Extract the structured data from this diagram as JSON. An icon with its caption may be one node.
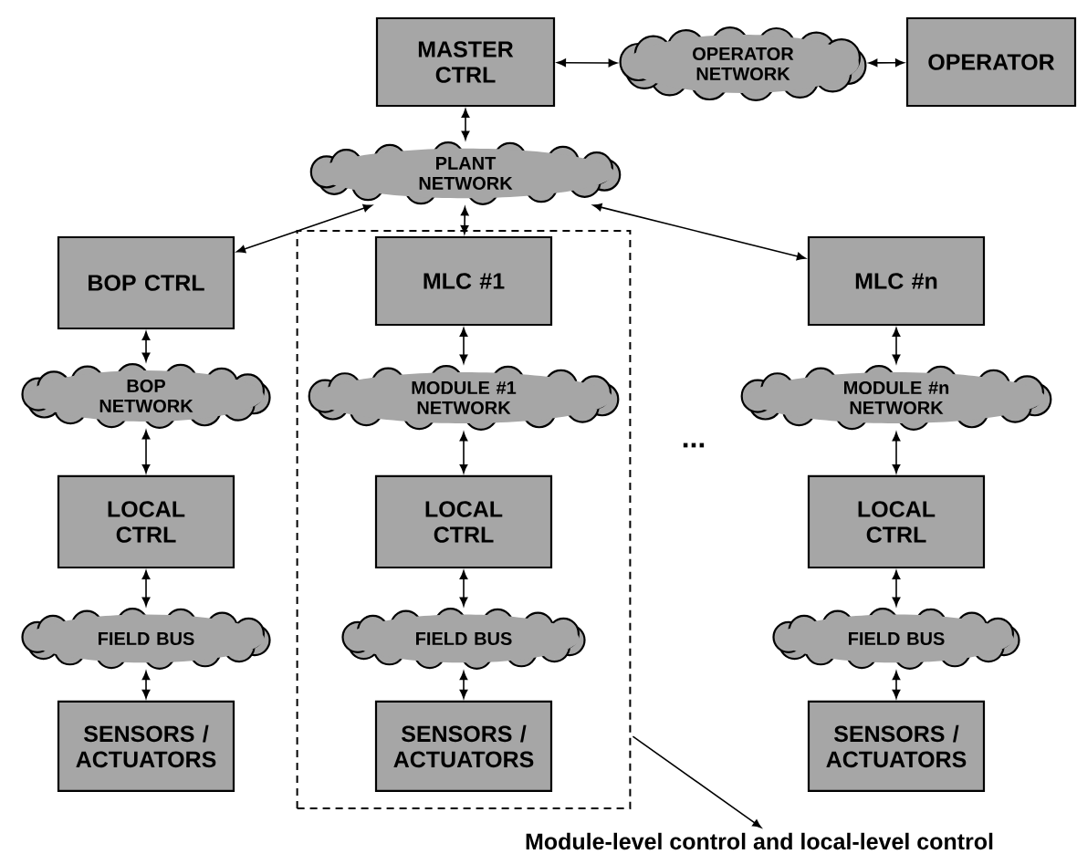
{
  "diagram": {
    "nodes": [
      {
        "text": [
          "MASTER CTRL"
        ]
      },
      {
        "text": [
          "OPERATOR NETWORK"
        ]
      },
      {
        "text": [
          "OPERATOR"
        ]
      },
      {
        "text": [
          "PLANT NETWORK"
        ]
      },
      {
        "text": [],
        "shape": "box"
      },
      {
        "text": [
          "BOP CTRL"
        ]
      },
      {
        "text": [
          "MLC #1"
        ],
        "in": 4
      },
      {
        "text": [
          "MLC #n"
        ]
      },
      {
        "text": [
          "BOP NETWORK"
        ]
      },
      {
        "text": [
          "MODULE #1 NETWORK"
        ],
        "in": 4
      },
      {
        "text": [
          "MODULE #n NETWORK"
        ]
      },
      {
        "text": [
          "LOCAL CTRL"
        ]
      },
      {
        "text": [
          "LOCAL CTRL"
        ],
        "in": 4
      },
      {
        "text": [
          "LOCAL CTRL"
        ]
      },
      {
        "text": [
          "FIELD BUS"
        ]
      },
      {
        "text": [
          "FIELD BUS"
        ],
        "in": 4
      },
      {
        "text": [
          "FIELD BUS"
        ]
      },
      {
        "text": [
          "SENSORS / ACTUATORS"
        ]
      },
      {
        "text": [
          "SENSORS / ACTUATORS"
        ],
        "in": 4
      },
      {
        "text": [
          "SENSORS / ACTUATORS"
        ]
      },
      {
        "text": [
          "Module-level control and local-level control"
        ]
      }
    ],
    "edges": [
      {
        "from": 0,
        "to": 1,
        "arrow": "both"
      },
      {
        "from": 1,
        "to": 2,
        "arrow": "both"
      },
      {
        "from": 0,
        "to": 3,
        "arrow": "both"
      },
      {
        "from": 3,
        "to": 5,
        "arrow": "both"
      },
      {
        "from": 3,
        "to": 6,
        "arrow": "both"
      },
      {
        "from": 3,
        "to": 7,
        "arrow": "both"
      },
      {
        "from": 5,
        "to": 8,
        "arrow": "both"
      },
      {
        "from": 8,
        "to": 11,
        "arrow": "both"
      },
      {
        "from": 11,
        "to": 14,
        "arrow": "both"
      },
      {
        "from": 14,
        "to": 17,
        "arrow": "both"
      },
      {
        "from": 6,
        "to": 9,
        "arrow": "both"
      },
      {
        "from": 9,
        "to": 12,
        "arrow": "both"
      },
      {
        "from": 12,
        "to": 15,
        "arrow": "both"
      },
      {
        "from": 15,
        "to": 18,
        "arrow": "both"
      },
      {
        "from": 7,
        "to": 10,
        "arrow": "both"
      },
      {
        "from": 10,
        "to": 13,
        "arrow": "both"
      },
      {
        "from": 13,
        "to": 16,
        "arrow": "both"
      },
      {
        "from": 16,
        "to": 19,
        "arrow": "both"
      },
      {
        "from": 4,
        "to": 20,
        "arrow": "to"
      }
    ],
    "labels": [
      "..."
    ]
  }
}
